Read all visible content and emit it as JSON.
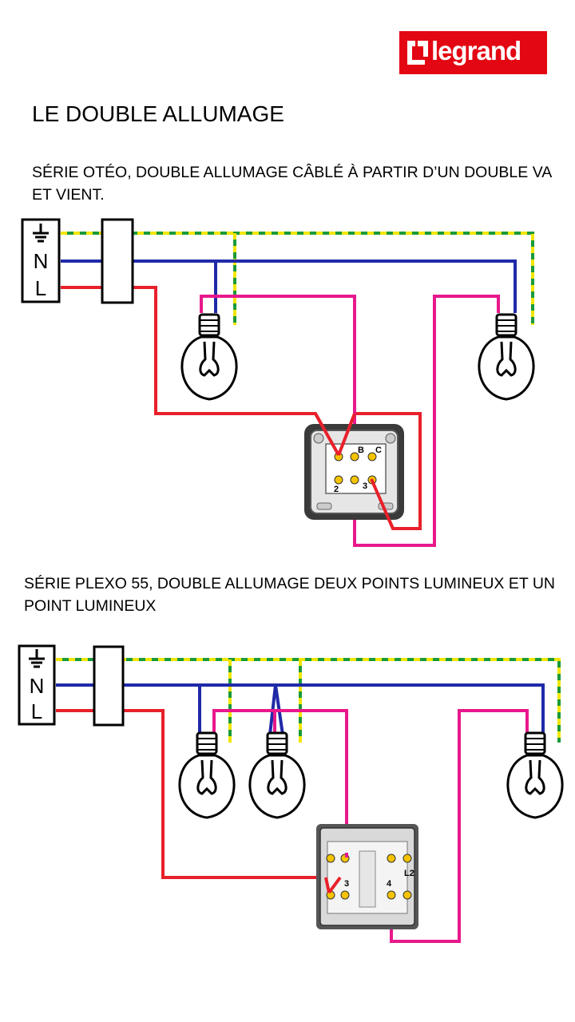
{
  "brand": {
    "name": "legrand",
    "color": "#e30613"
  },
  "title": "LE DOUBLE ALLUMAGE",
  "diagrams": [
    {
      "caption": "SÉRIE OTÉO, DOUBLE ALLUMAGE CÂBLÉ À PARTIR D’UN DOUBLE VA ET VIENT.",
      "terminals": [
        "N",
        "L"
      ],
      "switch_labels": [
        "B",
        "C",
        "2",
        "3"
      ],
      "lamps": 2
    },
    {
      "caption": "SÉRIE PLEXO 55, DOUBLE ALLUMAGE DEUX POINTS LUMINEUX ET UN POINT LUMINEUX",
      "terminals": [
        "N",
        "L"
      ],
      "switch_labels": [
        "3",
        "4",
        "L2"
      ],
      "lamps": 3
    }
  ],
  "wire_colors": {
    "earth_green": "#1a9a3a",
    "earth_yellow": "#f2e600",
    "neutral": "#1f2aa8",
    "live": "#e8202a",
    "switched": "#e8188c"
  }
}
